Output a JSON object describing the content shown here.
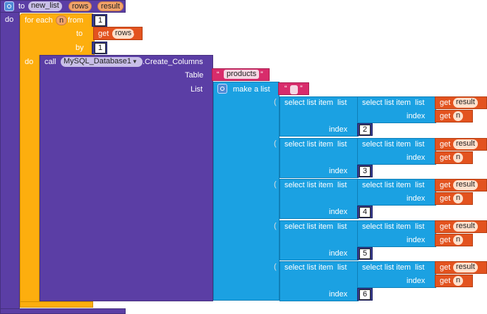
{
  "proc": {
    "to": "to",
    "name": "new_list",
    "param1": "rows",
    "param2": "result",
    "do": "do"
  },
  "loop": {
    "for_each": "for each",
    "var": "n",
    "from": "from",
    "from_val": "1",
    "to": "to",
    "get": "get",
    "to_var": "rows",
    "by": "by",
    "by_val": "1",
    "do": "do"
  },
  "call": {
    "call": "call",
    "component": "MySQL_Database1",
    "method": ".Create_Columns",
    "table_label": "Table",
    "table_value": "products",
    "list_label": "List",
    "make_list": "make a list"
  },
  "quote": "“",
  "quote_close": "”",
  "select": {
    "select": "select list item",
    "list": "list",
    "index": "index",
    "get": "get",
    "result": "result",
    "n": "n"
  },
  "indices": [
    "2",
    "3",
    "4",
    "5",
    "6"
  ],
  "colors": {
    "procedure": "#5b3ea5",
    "control": "#fdae0e",
    "list": "#1ba1e2",
    "variable": "#e3531f",
    "text": "#d82c6b",
    "math": "#363a8c"
  }
}
